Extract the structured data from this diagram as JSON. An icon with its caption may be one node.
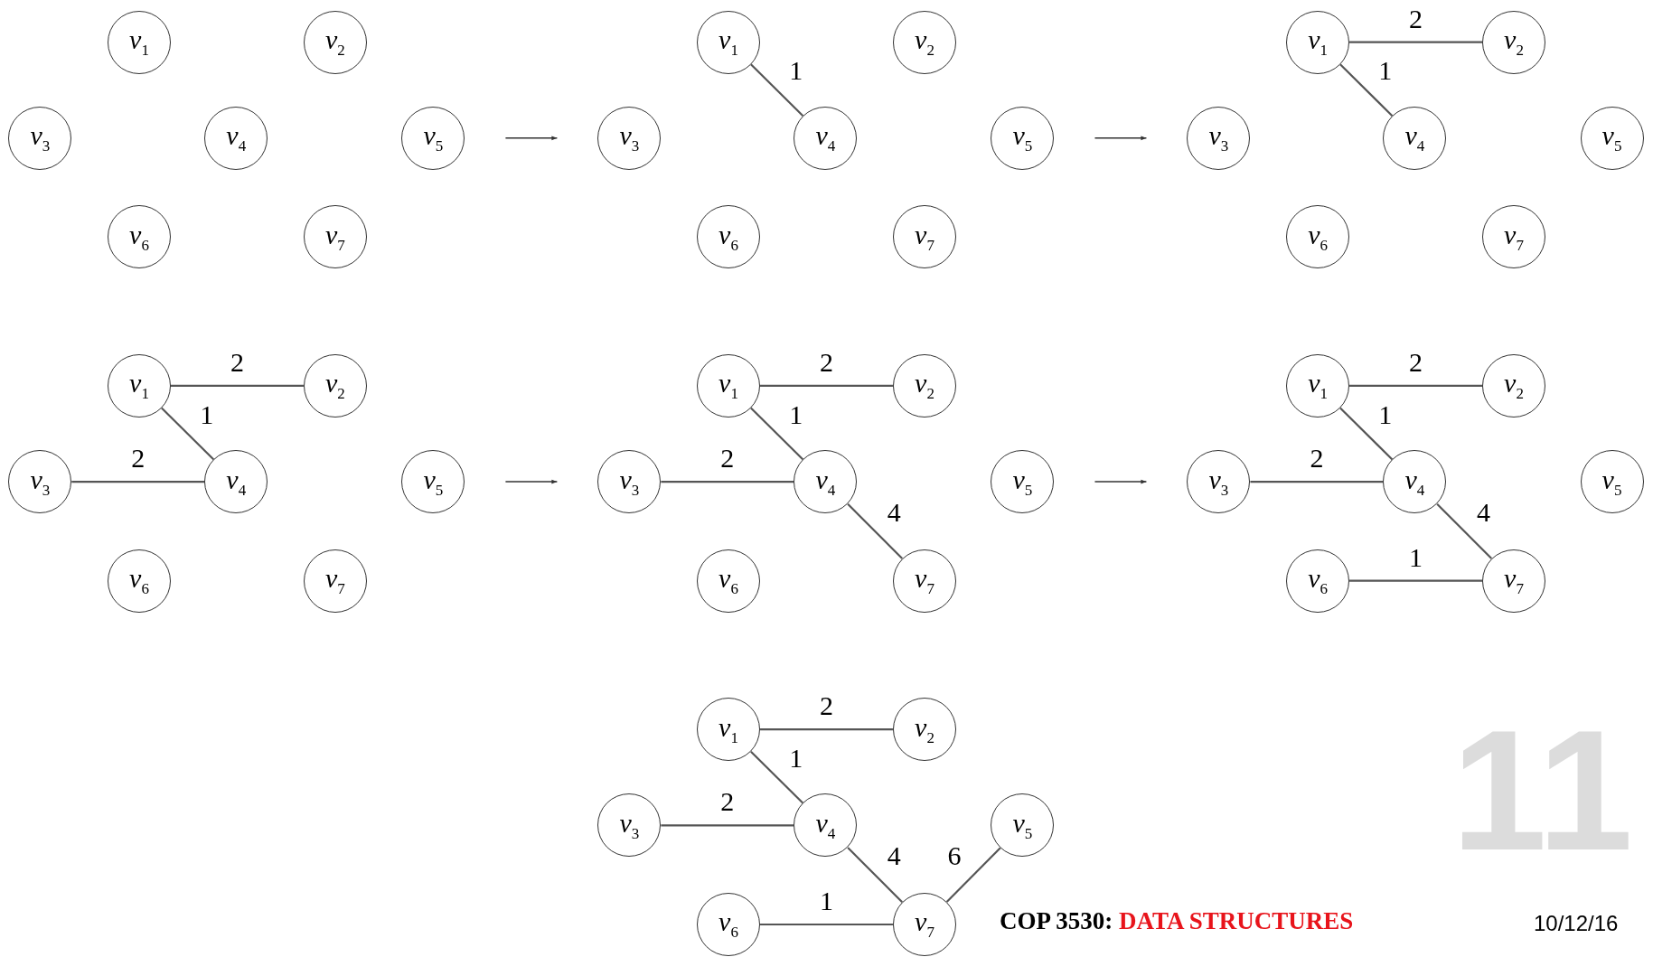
{
  "diagram": {
    "nodes": [
      {
        "text": [
          "*v*$_{1}$"
        ]
      },
      {
        "text": [
          "*v*$_{2}$"
        ]
      },
      {
        "text": [
          "*v*$_{3}$"
        ]
      },
      {
        "text": [
          "*v*$_{4}$"
        ]
      },
      {
        "text": [
          "*v*$_{5}$"
        ]
      },
      {
        "text": [
          "*v*$_{6}$"
        ]
      },
      {
        "text": [
          "*v*$_{7}$"
        ]
      },
      {
        "text": [
          "*v*$_{1}$"
        ]
      },
      {
        "text": [
          "*v*$_{2}$"
        ]
      },
      {
        "text": [
          "*v*$_{3}$"
        ]
      },
      {
        "text": [
          "*v*$_{4}$"
        ]
      },
      {
        "text": [
          "*v*$_{5}$"
        ]
      },
      {
        "text": [
          "*v*$_{6}$"
        ]
      },
      {
        "text": [
          "*v*$_{7}$"
        ]
      },
      {
        "text": [
          "*v*$_{1}$"
        ]
      },
      {
        "text": [
          "*v*$_{2}$"
        ]
      },
      {
        "text": [
          "*v*$_{3}$"
        ]
      },
      {
        "text": [
          "*v*$_{4}$"
        ]
      },
      {
        "text": [
          "*v*$_{5}$"
        ]
      },
      {
        "text": [
          "*v*$_{6}$"
        ]
      },
      {
        "text": [
          "*v*$_{7}$"
        ]
      },
      {
        "text": [
          "*v*$_{1}$"
        ]
      },
      {
        "text": [
          "*v*$_{2}$"
        ]
      },
      {
        "text": [
          "*v*$_{3}$"
        ]
      },
      {
        "text": [
          "*v*$_{4}$"
        ]
      },
      {
        "text": [
          "*v*$_{5}$"
        ]
      },
      {
        "text": [
          "*v*$_{6}$"
        ]
      },
      {
        "text": [
          "*v*$_{7}$"
        ]
      },
      {
        "text": [
          "*v*$_{1}$"
        ]
      },
      {
        "text": [
          "*v*$_{2}$"
        ]
      },
      {
        "text": [
          "*v*$_{3}$"
        ]
      },
      {
        "text": [
          "*v*$_{4}$"
        ]
      },
      {
        "text": [
          "*v*$_{5}$"
        ]
      },
      {
        "text": [
          "*v*$_{6}$"
        ]
      },
      {
        "text": [
          "*v*$_{7}$"
        ]
      },
      {
        "text": [
          "*v*$_{1}$"
        ]
      },
      {
        "text": [
          "*v*$_{2}$"
        ]
      },
      {
        "text": [
          "*v*$_{3}$"
        ]
      },
      {
        "text": [
          "*v*$_{4}$"
        ]
      },
      {
        "text": [
          "*v*$_{5}$"
        ]
      },
      {
        "text": [
          "*v*$_{6}$"
        ]
      },
      {
        "text": [
          "*v*$_{7}$"
        ]
      },
      {
        "text": [
          "*v*$_{1}$"
        ]
      },
      {
        "text": [
          "*v*$_{2}$"
        ]
      },
      {
        "text": [
          "*v*$_{3}$"
        ]
      },
      {
        "text": [
          "*v*$_{4}$"
        ]
      },
      {
        "text": [
          "*v*$_{5}$"
        ]
      },
      {
        "text": [
          "*v*$_{6}$"
        ]
      },
      {
        "text": [
          "*v*$_{7}$"
        ]
      }
    ],
    "edges": [
      {
        "from": 4,
        "to": 9,
        "arrow": "to"
      },
      {
        "from": 7,
        "to": 10,
        "label": "1",
        "arrow": "none"
      },
      {
        "from": 11,
        "to": 16,
        "arrow": "to"
      },
      {
        "from": 14,
        "to": 15,
        "label": "2",
        "arrow": "none"
      },
      {
        "from": 14,
        "to": 17,
        "label": "1",
        "arrow": "none"
      },
      {
        "from": 21,
        "to": 22,
        "label": "2",
        "arrow": "none"
      },
      {
        "from": 21,
        "to": 24,
        "label": "1",
        "arrow": "none"
      },
      {
        "from": 23,
        "to": 24,
        "label": "2",
        "arrow": "none"
      },
      {
        "from": 25,
        "to": 30,
        "arrow": "to"
      },
      {
        "from": 28,
        "to": 29,
        "label": "2",
        "arrow": "none"
      },
      {
        "from": 28,
        "to": 31,
        "label": "1",
        "arrow": "none"
      },
      {
        "from": 30,
        "to": 31,
        "label": "2",
        "arrow": "none"
      },
      {
        "from": 31,
        "to": 34,
        "label": "4",
        "arrow": "none"
      },
      {
        "from": 32,
        "to": 37,
        "arrow": "to"
      },
      {
        "from": 35,
        "to": 36,
        "label": "2",
        "arrow": "none"
      },
      {
        "from": 35,
        "to": 38,
        "label": "1",
        "arrow": "none"
      },
      {
        "from": 37,
        "to": 38,
        "label": "2",
        "arrow": "none"
      },
      {
        "from": 38,
        "to": 41,
        "label": "4",
        "arrow": "none"
      },
      {
        "from": 40,
        "to": 41,
        "label": "1",
        "arrow": "none"
      },
      {
        "from": 42,
        "to": 43,
        "label": "2",
        "arrow": "none"
      },
      {
        "from": 42,
        "to": 45,
        "label": "1",
        "arrow": "none"
      },
      {
        "from": 44,
        "to": 45,
        "label": "2",
        "arrow": "none"
      },
      {
        "from": 45,
        "to": 48,
        "label": "4",
        "arrow": "none"
      },
      {
        "from": 47,
        "to": 48,
        "label": "1",
        "arrow": "none"
      },
      {
        "from": 48,
        "to": 46,
        "label": "6",
        "arrow": "none"
      }
    ],
    "labels": [
      "11",
      "COP 3530:",
      "DATA STRUCTURES",
      "10/12/16"
    ]
  }
}
